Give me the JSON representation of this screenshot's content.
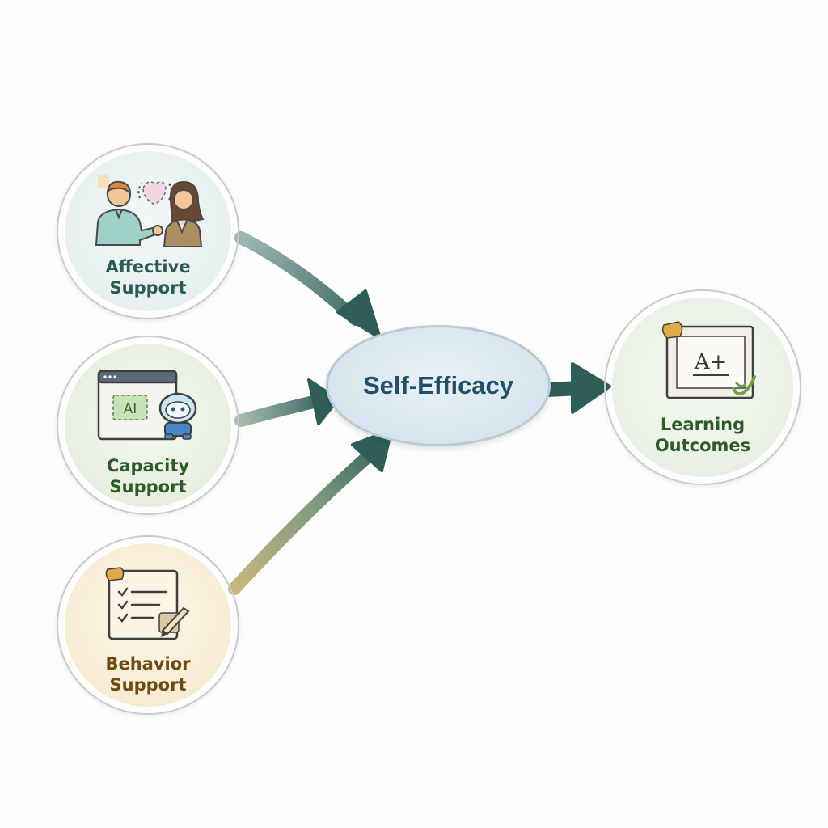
{
  "diagram": {
    "nodes": {
      "affective": {
        "line1": "Affective",
        "line2": "Support",
        "icon": "people-conversation-icon"
      },
      "capacity": {
        "line1": "Capacity",
        "line2": "Support",
        "icon": "ai-window-robot-icon",
        "icon_text": "AI"
      },
      "behavior": {
        "line1": "Behavior",
        "line2": "Support",
        "icon": "checklist-pen-icon"
      },
      "center": {
        "label": "Self-Efficacy"
      },
      "outcomes": {
        "line1": "Learning",
        "line2": "Outcomes",
        "icon": "grade-certificate-icon",
        "icon_text": "A+"
      }
    },
    "edges": [
      {
        "from": "Affective Support",
        "to": "Self-Efficacy"
      },
      {
        "from": "Capacity Support",
        "to": "Self-Efficacy"
      },
      {
        "from": "Behavior Support",
        "to": "Self-Efficacy"
      },
      {
        "from": "Self-Efficacy",
        "to": "Learning Outcomes"
      }
    ],
    "colors": {
      "arrow": "#2f5e58",
      "arrow_behavior_start": "#c8b77d",
      "affective_text": "#2c5a55",
      "capacity_text": "#2f5a2c",
      "behavior_text": "#6a4c14",
      "center_text": "#234f66"
    }
  }
}
